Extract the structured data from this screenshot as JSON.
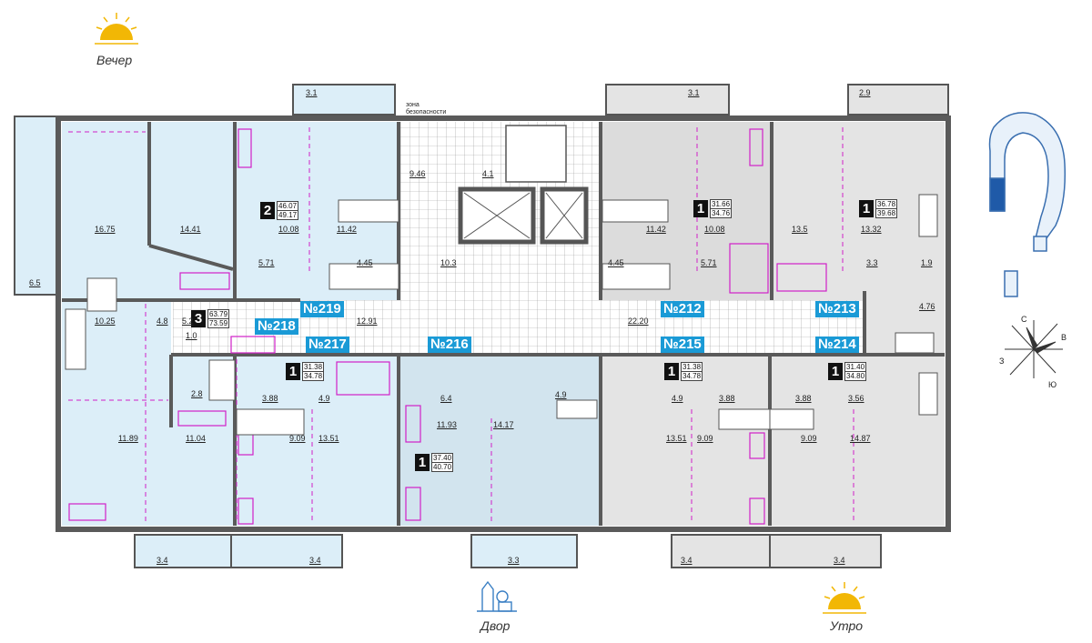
{
  "captions": {
    "evening": "Вечер",
    "yard": "Двор",
    "morning": "Утро"
  },
  "zone_label": "зона безопасности",
  "apartments": [
    {
      "id": "219",
      "label": "№219",
      "rooms": "2",
      "area_total": "46.07",
      "area_alt": "49.17"
    },
    {
      "id": "218",
      "label": "№218",
      "rooms": "3",
      "area_total": "63.79",
      "area_alt": "73.59"
    },
    {
      "id": "217",
      "label": "№217",
      "rooms": "1",
      "area_total": "31.38",
      "area_alt": "34.78"
    },
    {
      "id": "216",
      "label": "№216",
      "rooms": "1",
      "area_total": "37.40",
      "area_alt": "40.70"
    },
    {
      "id": "215",
      "label": "№215",
      "rooms": "1",
      "area_total": "31.38",
      "area_alt": "34.78"
    },
    {
      "id": "214",
      "label": "№214",
      "rooms": "1",
      "area_total": "31.40",
      "area_alt": "34.80"
    },
    {
      "id": "213",
      "label": "№213",
      "rooms": "1",
      "area_total": "36.78",
      "area_alt": "39.68"
    },
    {
      "id": "212",
      "label": "№212",
      "rooms": "1",
      "area_total": "31.66",
      "area_alt": "34.76"
    }
  ],
  "room_areas": [
    "16.75",
    "14.41",
    "6.5",
    "10.08",
    "11.42",
    "5.71",
    "4.45",
    "9.46",
    "4.1",
    "10.3",
    "10.25",
    "4.8",
    "5.2",
    "1.0",
    "12.91",
    "2.8",
    "11.89",
    "11.04",
    "3.88",
    "4.9",
    "9.09",
    "13.51",
    "6.4",
    "11.93",
    "14.17",
    "4.9",
    "22.20",
    "11.42",
    "10.08",
    "5.71",
    "4.45",
    "13.5",
    "13.32",
    "3.3",
    "1.9",
    "4.76",
    "4.9",
    "3.88",
    "13.51",
    "9.09",
    "3.88",
    "3.56",
    "9.09",
    "14.87"
  ],
  "balcony_areas": [
    "3.1",
    "3.1",
    "2.9",
    "3.4",
    "3.4",
    "3.3",
    "3.4",
    "3.4"
  ],
  "colors": {
    "blue_fill": "#dceef8",
    "gray_fill": "#e4e4e4",
    "wall": "#5a5a5a",
    "accent": "#1a9ad6",
    "magenta": "#d020c8",
    "sun": "#f2b705"
  }
}
